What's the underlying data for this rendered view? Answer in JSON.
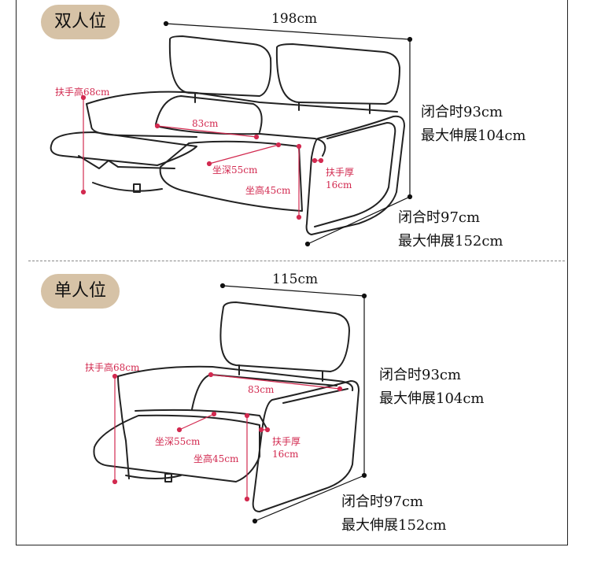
{
  "double": {
    "tag": "双人位",
    "width": "198cm",
    "armrest_height": "扶手高68cm",
    "seat_width": "83cm",
    "seat_depth": "坐深55cm",
    "seat_height": "坐高45cm",
    "armrest_thickness_line1": "扶手厚",
    "armrest_thickness_line2": "16cm",
    "height_closed": "闭合时93cm",
    "height_extended": "最大伸展104cm",
    "depth_closed": "闭合时97cm",
    "depth_extended": "最大伸展152cm"
  },
  "single": {
    "tag": "单人位",
    "width": "115cm",
    "armrest_height": "扶手高68cm",
    "seat_width": "83cm",
    "seat_depth": "坐深55cm",
    "seat_height": "坐高45cm",
    "armrest_thickness_line1": "扶手厚",
    "armrest_thickness_line2": "16cm",
    "height_closed": "闭合时93cm",
    "height_extended": "最大伸展104cm",
    "depth_closed": "闭合时97cm",
    "depth_extended": "最大伸展152cm"
  },
  "colors": {
    "tag_bg": "#d6c2a6",
    "measure_red": "#d22a50",
    "outline": "#222222"
  }
}
